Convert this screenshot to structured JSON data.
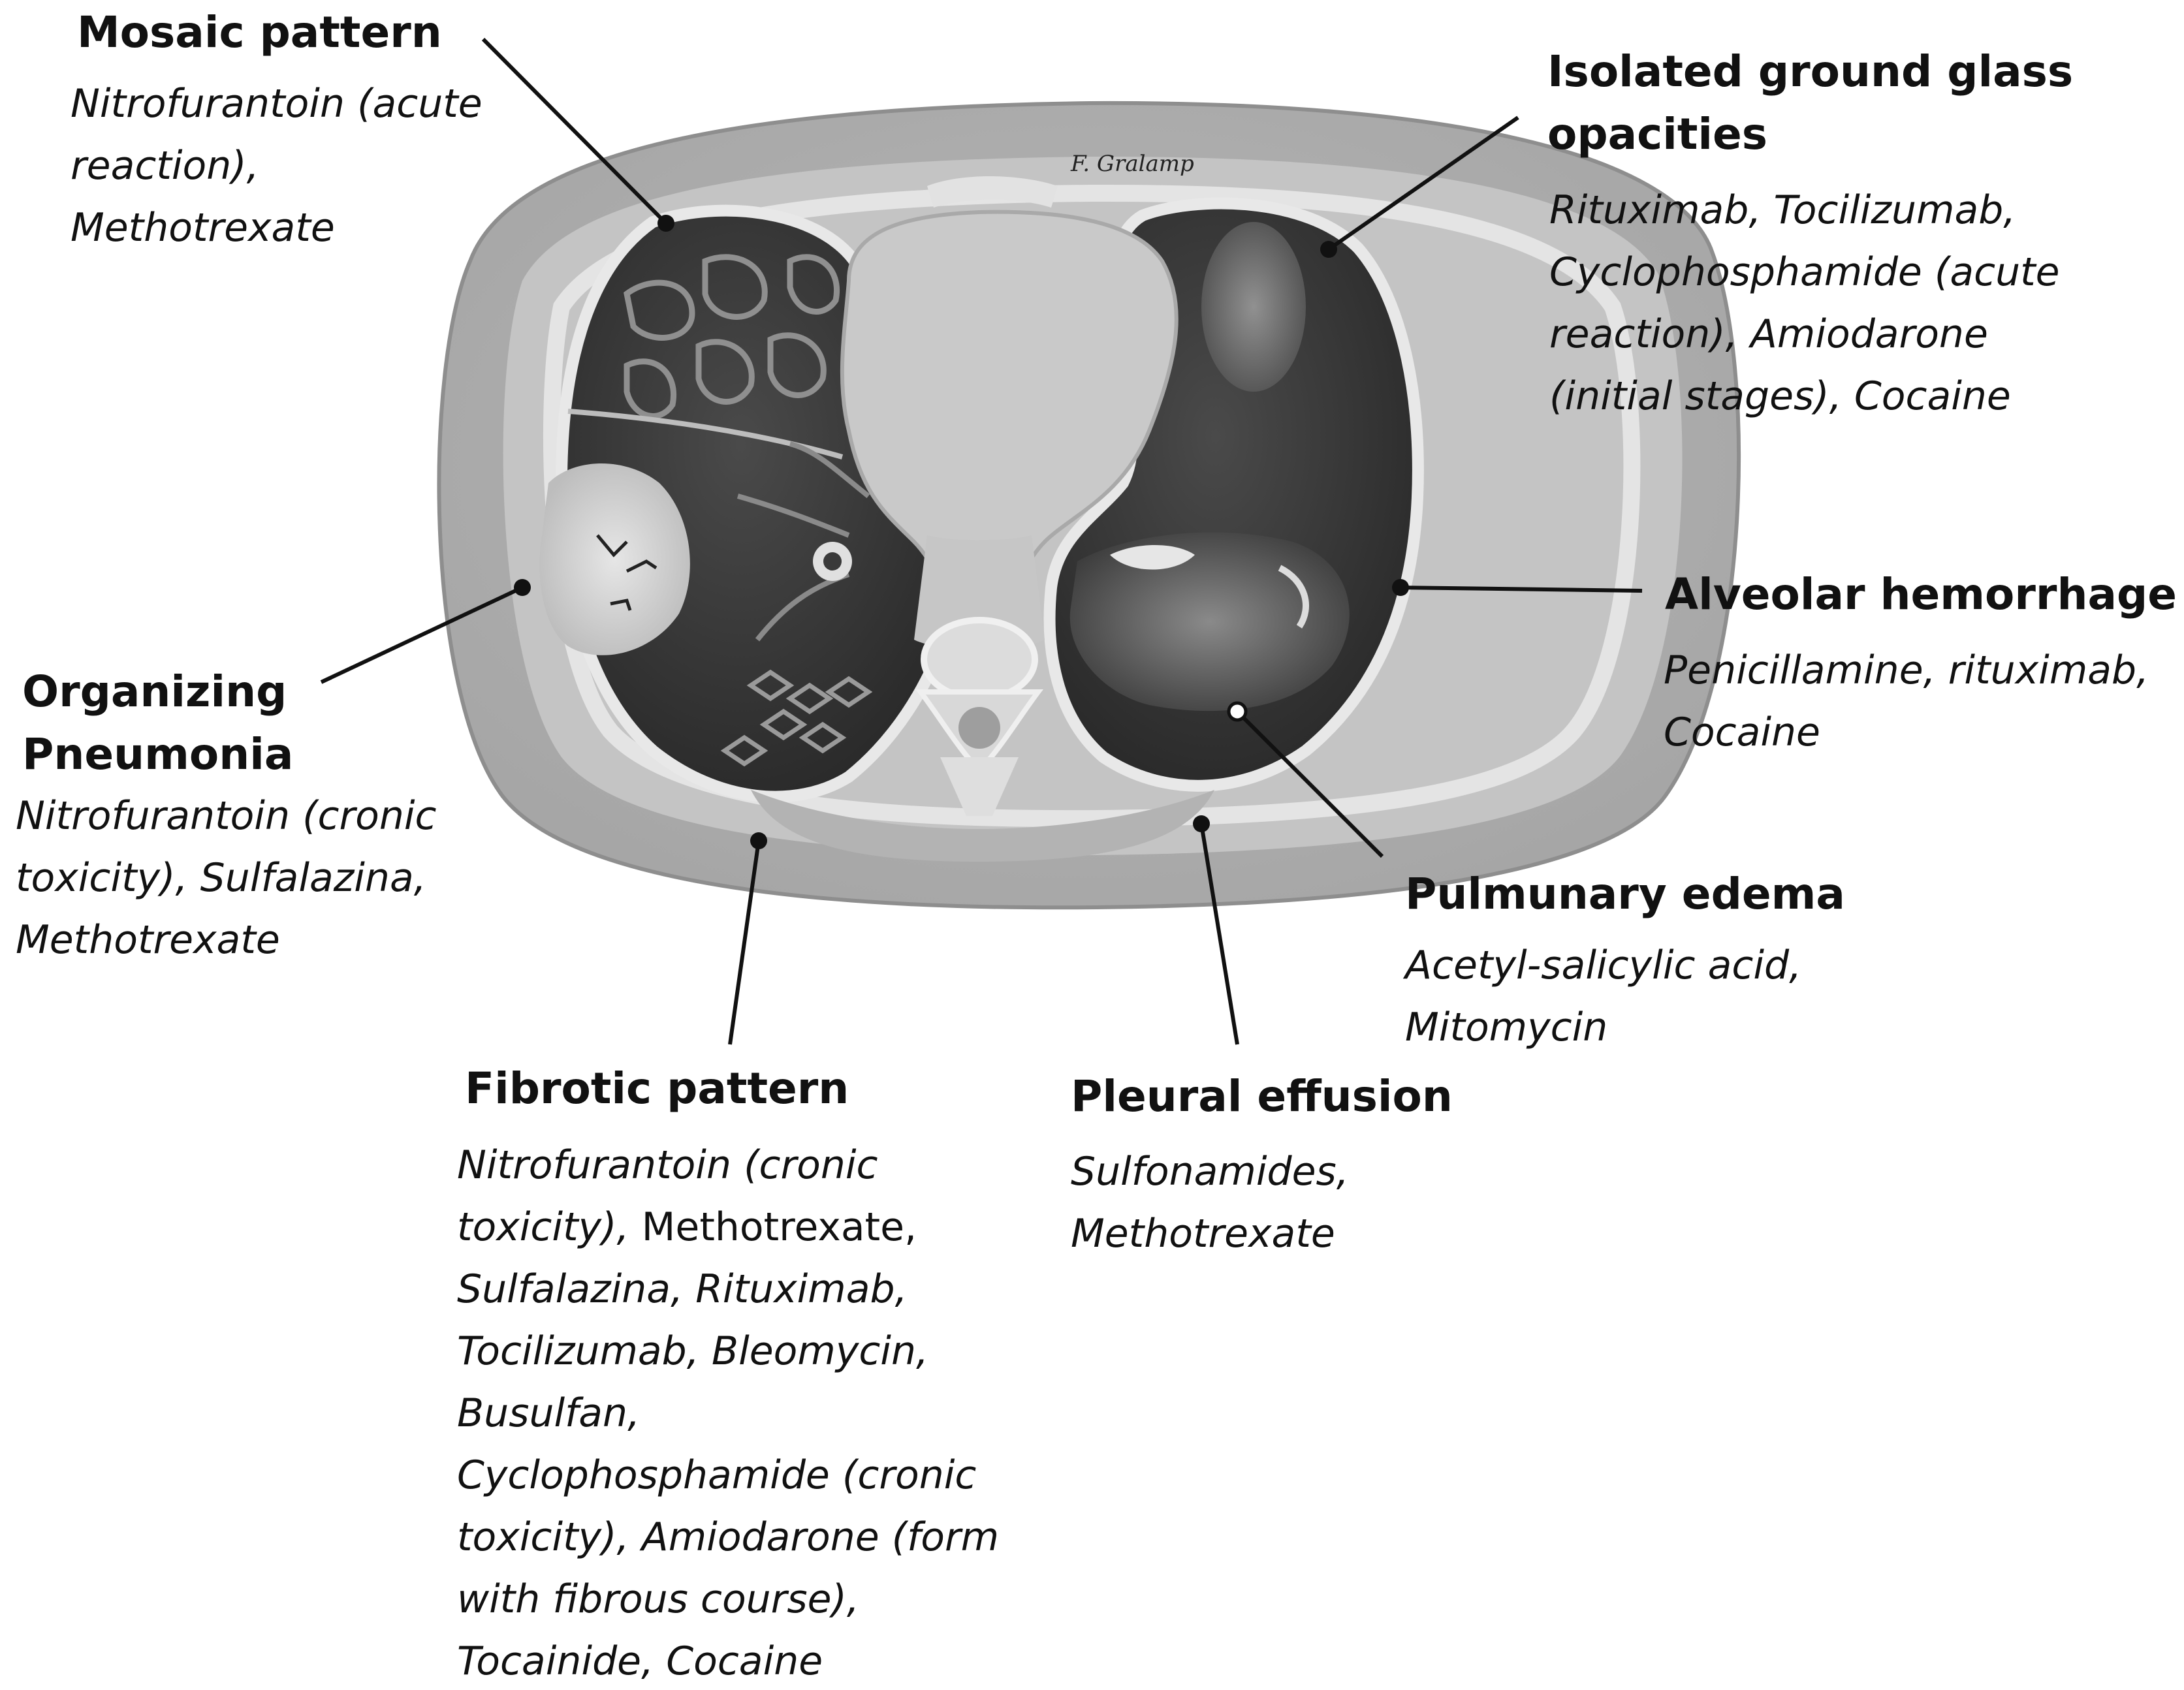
{
  "signature": "F. Gralamp",
  "findings": {
    "mosaic": {
      "title": "Mosaic pattern",
      "drugs": [
        "Nitrofurantoin (acute",
        "reaction),",
        "Methotrexate"
      ]
    },
    "ggo": {
      "title": [
        "Isolated ground glass",
        "opacities"
      ],
      "drugs": [
        "Rituximab, Tocilizumab,",
        "Cyclophosphamide (acute",
        "reaction), Amiodarone",
        "(initial stages), Cocaine"
      ]
    },
    "organizing": {
      "title": [
        "Organizing",
        "Pneumonia"
      ],
      "drugs": [
        "Nitrofurantoin (cronic",
        "toxicity), Sulfalazina,",
        "Methotrexate"
      ]
    },
    "alveolar": {
      "title": "Alveolar hemorrhage",
      "drugs": [
        "Penicillamine, rituximab,",
        "Cocaine"
      ]
    },
    "edema": {
      "title": "Pulmunary edema",
      "drugs": [
        "Acetyl-salicylic acid,",
        "Mitomycin"
      ]
    },
    "fibrotic": {
      "title": "Fibrotic pattern",
      "drugs": [
        "Nitrofurantoin (cronic",
        "toxicity),",
        " Methotrexate,",
        "Sulfalazina, Rituximab,",
        "Tocilizumab, Bleomycin,",
        "Busulfan,",
        "Cyclophosphamide (cronic",
        "toxicity), Amiodarone (form",
        "with fibrous course),",
        "Tocainide, Cocaine"
      ]
    },
    "pleural": {
      "title": "Pleural effusion",
      "drugs": [
        "Sulfonamides,",
        "Methotrexate"
      ]
    }
  }
}
